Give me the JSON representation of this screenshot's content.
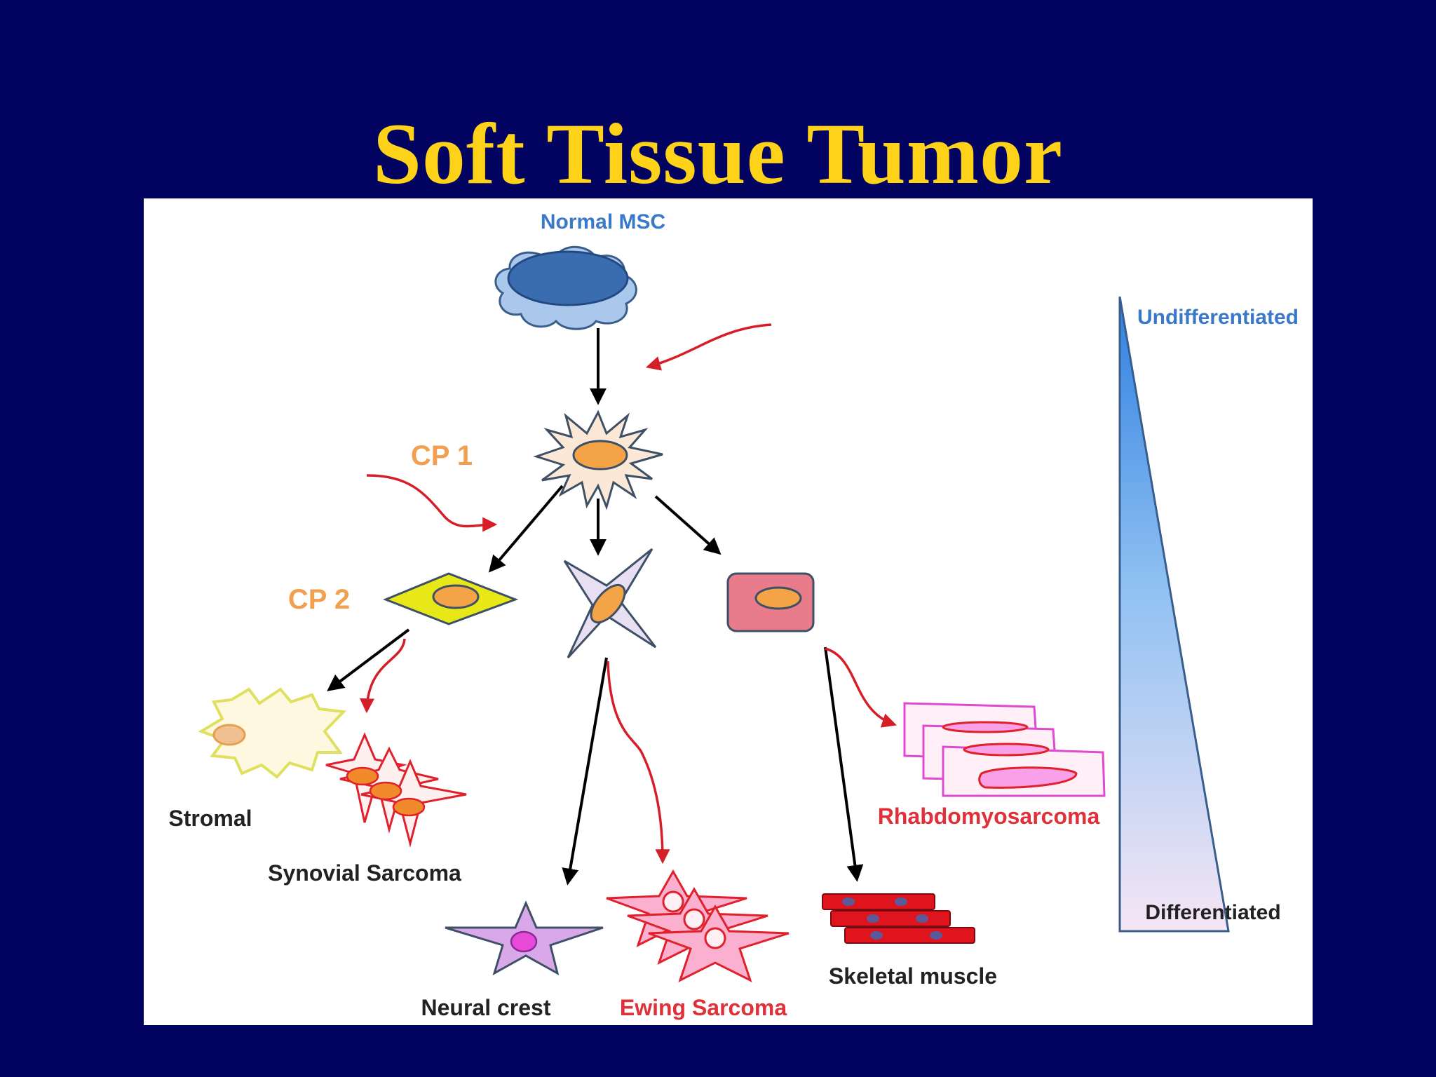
{
  "slide": {
    "title": "Soft Tissue Tumor"
  },
  "diagram": {
    "normal_msc": "Normal MSC",
    "cp1": "CP 1",
    "cp2": "CP 2",
    "stromal": "Stromal",
    "synovial_sarcoma": "Synovial Sarcoma",
    "neural_crest": "Neural crest",
    "ewing_sarcoma": "Ewing Sarcoma",
    "skeletal_muscle": "Skeletal muscle",
    "rhabdomyosarcoma": "Rhabdomyosarcoma",
    "gradient_top": "Undifferentiated",
    "gradient_bottom": "Differentiated"
  },
  "colors": {
    "background": "#020260",
    "title": "#ffd21a",
    "normal_label": "#3a78c8",
    "cp_label": "#f0a050",
    "cancer_label": "#e0303a",
    "normal_arrow": "#000000",
    "oncogenic_arrow": "#d61e28"
  }
}
